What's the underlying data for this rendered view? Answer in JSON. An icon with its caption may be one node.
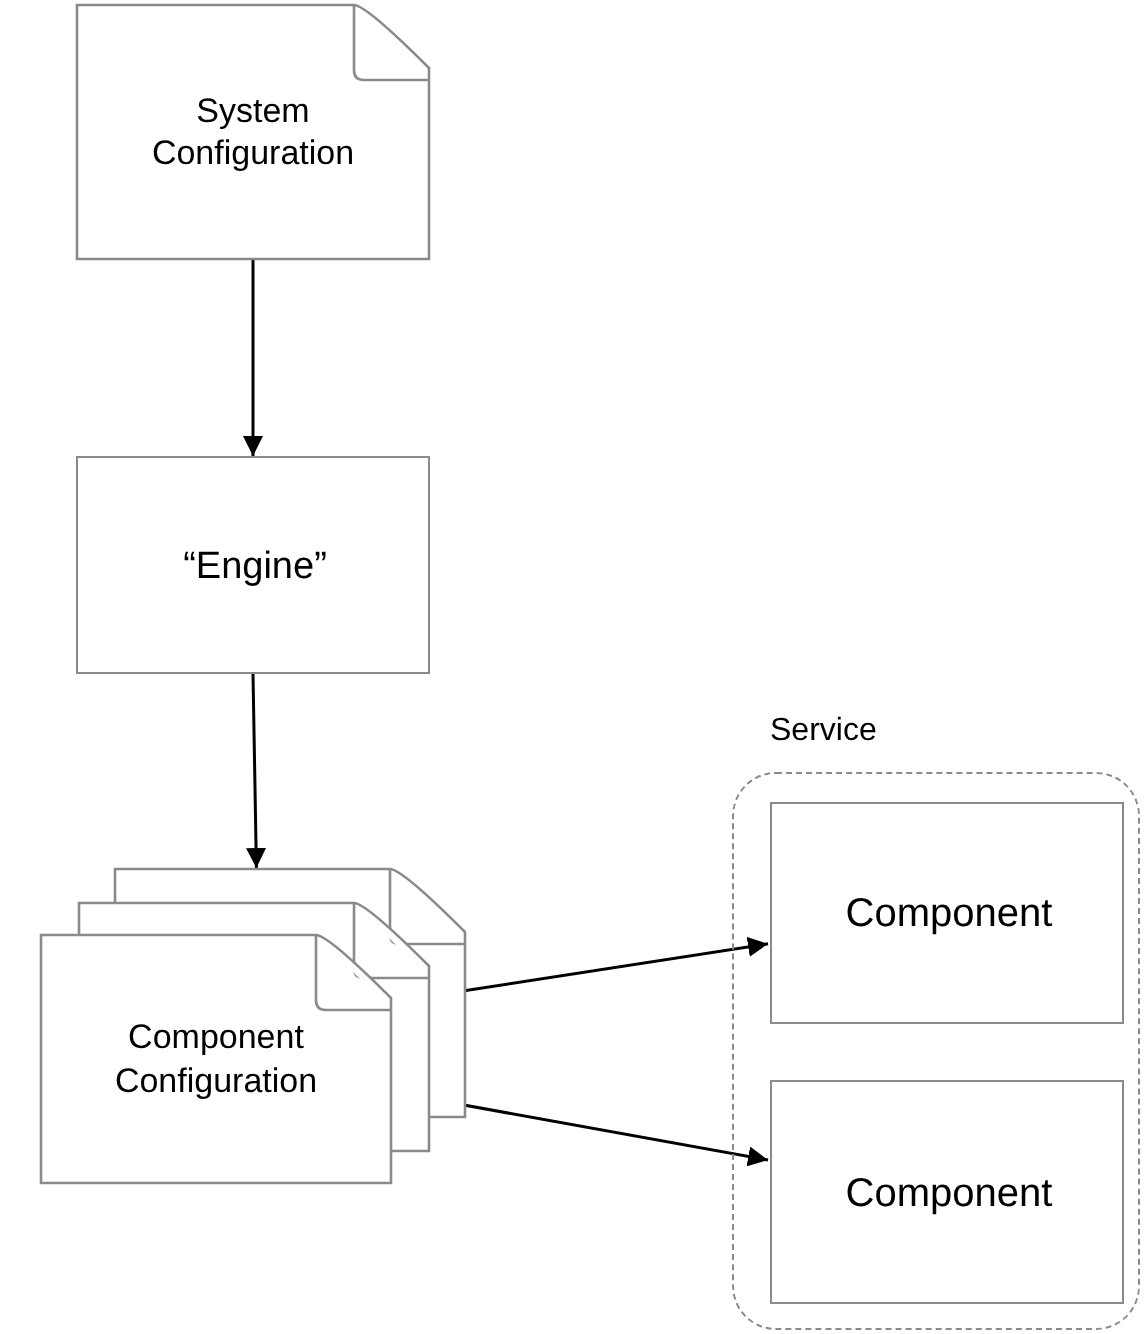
{
  "diagram": {
    "nodes": [
      {
        "text": [
          "System Configuration"
        ]
      },
      {
        "text": [
          "“Engine”"
        ]
      },
      {
        "text": [
          "Component Configuration"
        ]
      },
      {
        "text": [
          "Service"
        ]
      },
      {
        "text": [
          "Component"
        ],
        "in": 3
      },
      {
        "text": [
          "Component"
        ],
        "in": 3
      }
    ],
    "edges": [
      {
        "from": 0,
        "to": 1,
        "arrow": "to"
      },
      {
        "from": 1,
        "to": 2,
        "arrow": "to"
      },
      {
        "from": 2,
        "to": 4,
        "arrow": "to"
      },
      {
        "from": 2,
        "to": 5,
        "arrow": "to"
      }
    ]
  }
}
